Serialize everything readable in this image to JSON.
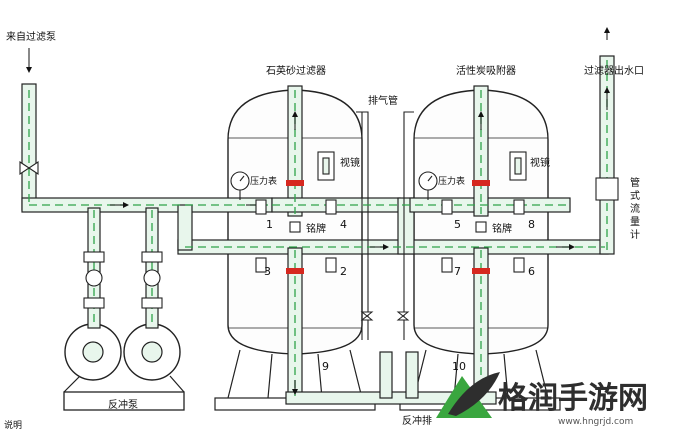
{
  "labels": {
    "inlet_pump": "来自过滤泵",
    "sand_filter": "石英砂过滤器",
    "carbon_filter": "活性炭吸附器",
    "outlet": "过滤器出水口",
    "vent_pipe": "排气管",
    "sight_glass_1": "视镜",
    "sight_glass_2": "视镜",
    "nameplate_1": "铭牌",
    "nameplate_2": "铭牌",
    "flowmeter": "管式流量计",
    "backwash_pump": "反冲泵",
    "backwash_drain": "反冲排",
    "gauge_1": "压力表",
    "gauge_2": "压力表",
    "corner_text": "说明"
  },
  "valves": [
    "1",
    "2",
    "3",
    "4",
    "5",
    "6",
    "7",
    "8",
    "9",
    "10"
  ],
  "watermark": {
    "brand": "格润手游网",
    "url": "www.hngrjd.com"
  },
  "colors": {
    "pipe_fill": "#e8f6ec",
    "pipe_stroke": "#222222",
    "flow_dash": "#2ea34a",
    "valve_red": "#d6281f",
    "logo_green": "#3aa63f"
  }
}
